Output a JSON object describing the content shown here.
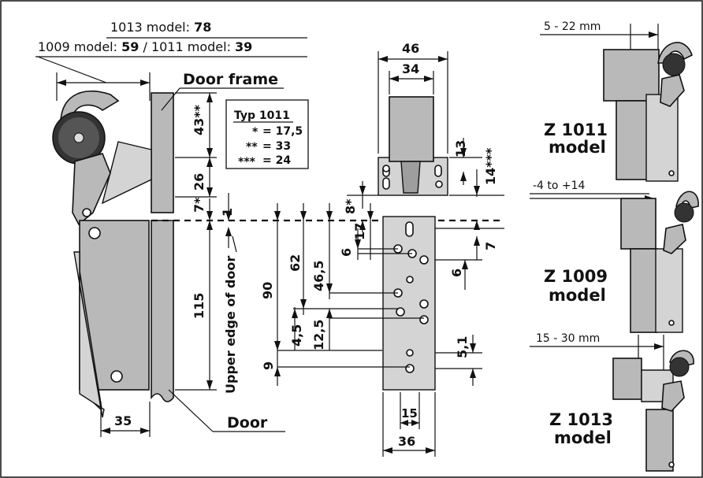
{
  "diagram": {
    "header": {
      "line1_prefix": "1013 model: ",
      "line1_value": "78",
      "line2_prefix_a": "1009 model: ",
      "line2_value_a": "59",
      "line2_sep": " / ",
      "line2_prefix_b": "1011 model: ",
      "line2_value_b": "39"
    },
    "labels": {
      "door_frame": "Door frame",
      "door": "Door",
      "upper_edge": "Upper edge of door"
    },
    "typ_box": {
      "title": "Typ 1011",
      "row1_mark": "*",
      "row1_value": "= 17,5",
      "row2_mark": "**",
      "row2_value": "= 33",
      "row3_mark": "***",
      "row3_value": "= 24"
    },
    "dims": {
      "d46": "46",
      "d34": "34",
      "d13": "13",
      "d14": "14***",
      "d43": "43**",
      "d26": "26",
      "d7star": "7*",
      "d1": "1",
      "d8star": "8*",
      "d115": "115",
      "d90": "90",
      "d62": "62",
      "d46_5": "46,5",
      "d6a": "6",
      "d17": "17",
      "d7": "7",
      "d6b": "6",
      "d4_5": "4,5",
      "d12_5": "12,5",
      "d9": "9",
      "d5_1": "5,1",
      "d35": "35",
      "d15": "15",
      "d36": "36"
    },
    "models": {
      "z1011_range": "5 - 22 mm",
      "z1011_name": "Z 1011",
      "z1011_word": "model",
      "z1009_range": "-4 to +14",
      "z1009_name": "Z 1009",
      "z1009_word": "model",
      "z1013_range": "15 - 30 mm",
      "z1013_name": "Z 1013",
      "z1013_word": "model"
    }
  }
}
